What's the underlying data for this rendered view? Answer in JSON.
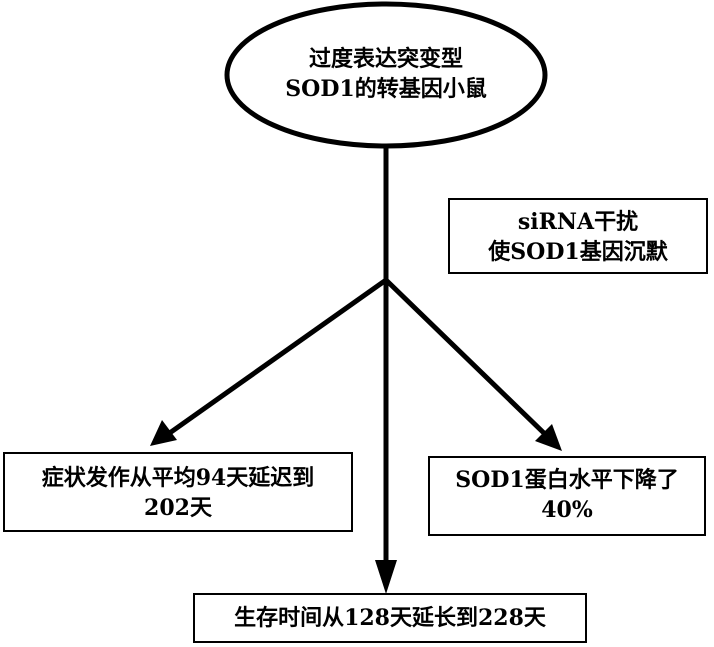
{
  "nodes": {
    "start": {
      "lines": [
        "过度表达突变型",
        "SOD1的转基因小鼠"
      ]
    },
    "intervention": {
      "lines": [
        "siRNA干扰",
        "使SOD1基因沉默"
      ]
    },
    "left_outcome": {
      "lines": [
        "症状发作从平均94天延迟到",
        "202天"
      ]
    },
    "right_outcome": {
      "lines": [
        "SOD1蛋白水平下降了",
        "40%"
      ]
    },
    "bottom_outcome": {
      "lines": [
        "生存时间从128天延长到228天"
      ]
    }
  }
}
